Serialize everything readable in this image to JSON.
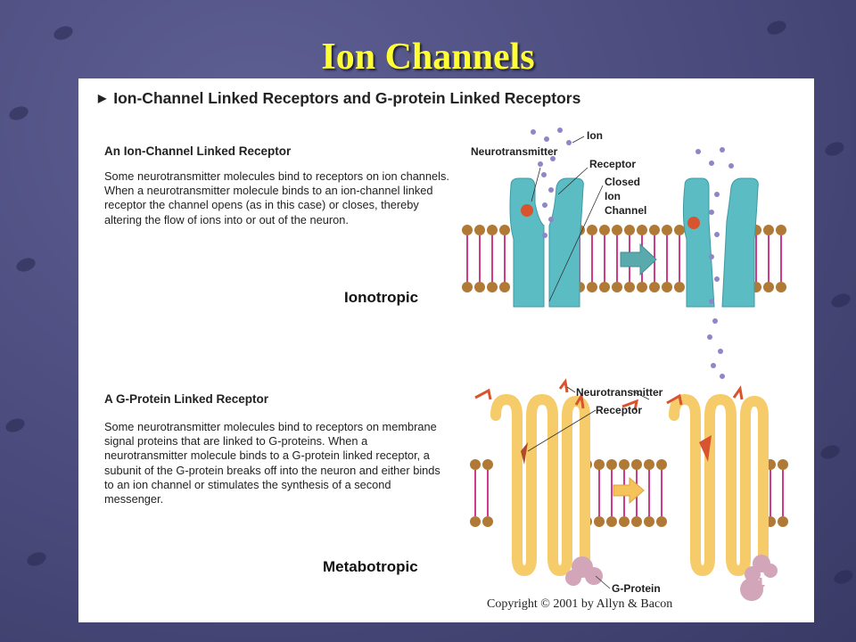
{
  "slide": {
    "title": "Ion Channels"
  },
  "panel": {
    "heading": "Ion-Channel Linked Receptors and G-protein Linked Receptors",
    "copyright": "Copyright © 2001 by Allyn & Bacon"
  },
  "ionotropic": {
    "section_title": "An Ion-Channel Linked Receptor",
    "body": "Some neurotransmitter molecules bind to receptors on ion channels. When a neurotransmitter molecule binds to an ion-channel linked receptor the channel opens (as in this case) or closes, thereby altering the flow of ions into or out of the neuron.",
    "type_label": "Ionotropic",
    "callouts": {
      "ion": "Ion",
      "neurotransmitter": "Neurotransmitter",
      "receptor": "Receptor",
      "closed_1": "Closed",
      "closed_2": "Ion",
      "closed_3": "Channel"
    }
  },
  "metabotropic": {
    "section_title": "A G-Protein Linked Receptor",
    "body": "Some neurotransmitter molecules bind to receptors on membrane signal proteins that are linked to G-proteins. When a neurotransmitter molecule binds to a G-protein linked receptor, a subunit of the G-protein breaks off into the neuron and either binds to an ion channel or stimulates the synthesis of a second messenger.",
    "type_label": "Metabotropic",
    "callouts": {
      "neurotransmitter": "Neurotransmitter",
      "receptor": "Receptor",
      "gprotein": "G-Protein"
    }
  },
  "colors": {
    "title": "#ffff33",
    "channel": "#5bbcc4",
    "receptor_loop": "#f6cc6a",
    "lipid_head": "#b07a36",
    "lipid_tail": "#d03c8c",
    "ion": "#8e86c8",
    "neurotransmitter": "#d8542e",
    "gprotein": "#d2a6b8"
  }
}
